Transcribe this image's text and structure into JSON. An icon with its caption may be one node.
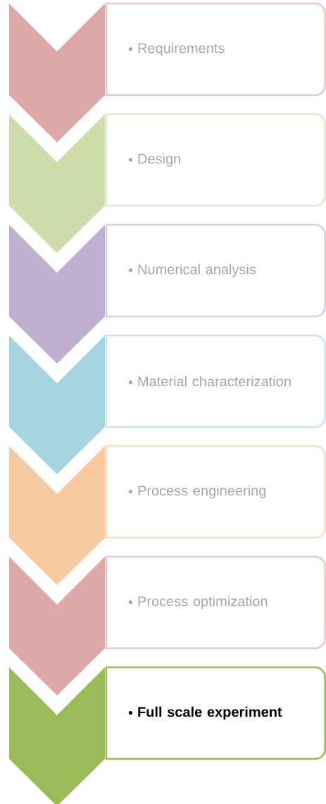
{
  "diagram": {
    "nodes": [
      {
        "text": [],
        "shape": "chevron"
      },
      {
        "text": [
          "Requirements"
        ]
      },
      {
        "text": [],
        "shape": "chevron"
      },
      {
        "text": [
          "Design"
        ]
      },
      {
        "text": [],
        "shape": "chevron"
      },
      {
        "text": [
          "Numerical analysis"
        ]
      },
      {
        "text": [],
        "shape": "chevron"
      },
      {
        "text": [
          "Material characterization"
        ]
      },
      {
        "text": [],
        "shape": "chevron"
      },
      {
        "text": [
          "Process engineering"
        ]
      },
      {
        "text": [],
        "shape": "chevron"
      },
      {
        "text": [
          "Process optimization"
        ]
      },
      {
        "text": [],
        "shape": "chevron"
      },
      {
        "text": [
          "Full scale experiment"
        ]
      }
    ]
  }
}
